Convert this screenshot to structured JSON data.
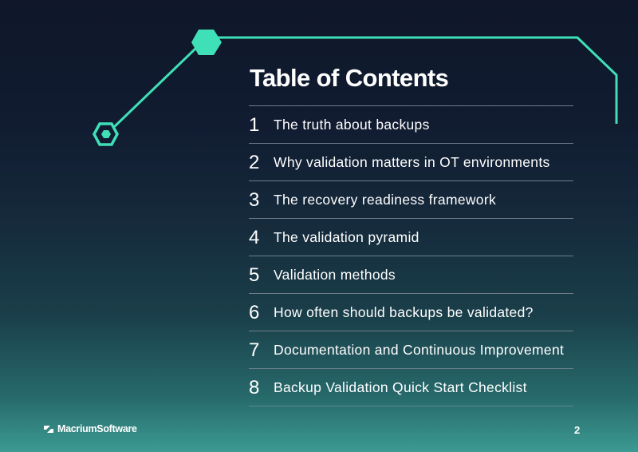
{
  "colors": {
    "accent": "#3fe0b8",
    "background_top": "#0f1729",
    "background_bottom": "#3c9a92",
    "divider": "#6e7c8c",
    "text": "#ffffff"
  },
  "title": "Table of Contents",
  "toc": [
    {
      "number": "1",
      "label": "The truth about backups"
    },
    {
      "number": "2",
      "label": "Why validation matters in OT environments"
    },
    {
      "number": "3",
      "label": "The recovery readiness framework"
    },
    {
      "number": "4",
      "label": "The validation pyramid"
    },
    {
      "number": "5",
      "label": "Validation methods"
    },
    {
      "number": "6",
      "label": "How often should backups be validated?"
    },
    {
      "number": "7",
      "label": "Documentation and Continuous Improvement"
    },
    {
      "number": "8",
      "label": "Backup Validation Quick Start Checklist"
    }
  ],
  "footer": {
    "logo_text": "MacriumSoftware",
    "logo_icon": "macrium-logo-icon",
    "page_number": "2"
  },
  "decoration": {
    "large_node_icon": "hexagon-icon",
    "small_node_icon": "hexagon-ring-icon"
  }
}
